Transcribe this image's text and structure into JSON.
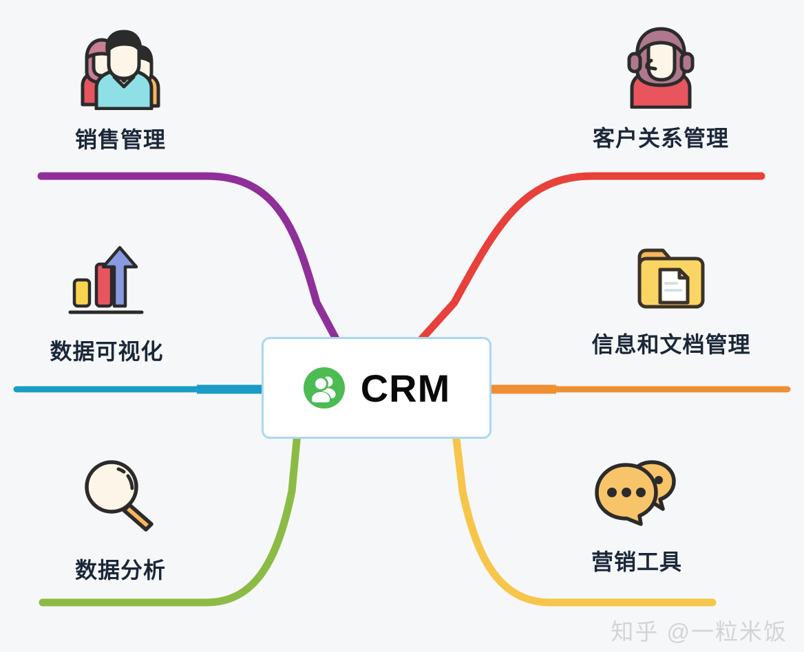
{
  "diagram": {
    "type": "mind-map",
    "title": "CRM",
    "center": {
      "label": "CRM",
      "logo_icon": "users-group-circle-icon",
      "logo_color": "#4cbb53",
      "border_color": "#a9d8ef",
      "background": "#ffffff"
    },
    "background_color": "#f6f7f8",
    "label_color": "#1b2738",
    "branches": [
      {
        "id": "sales",
        "label": "销售管理",
        "icon": "people-group-icon",
        "color": "#8e2f9a",
        "position": "top-left"
      },
      {
        "id": "customer-relationship",
        "label": "客户关系管理",
        "icon": "headset-agent-icon",
        "color": "#e8403a",
        "position": "top-right"
      },
      {
        "id": "data-visualization",
        "label": "数据可视化",
        "icon": "bar-chart-arrow-icon",
        "color": "#1a9cc4",
        "position": "middle-left"
      },
      {
        "id": "document-management",
        "label": "信息和文档管理",
        "icon": "folder-document-icon",
        "color": "#ef8f33",
        "position": "middle-right"
      },
      {
        "id": "data-analysis",
        "label": "数据分析",
        "icon": "magnifying-glass-icon",
        "color": "#8cbb45",
        "position": "bottom-left"
      },
      {
        "id": "marketing-tools",
        "label": "营销工具",
        "icon": "chat-bubbles-icon",
        "color": "#f6c54a",
        "position": "bottom-right"
      }
    ]
  },
  "watermark": {
    "text": "知乎 @一粒米饭"
  }
}
